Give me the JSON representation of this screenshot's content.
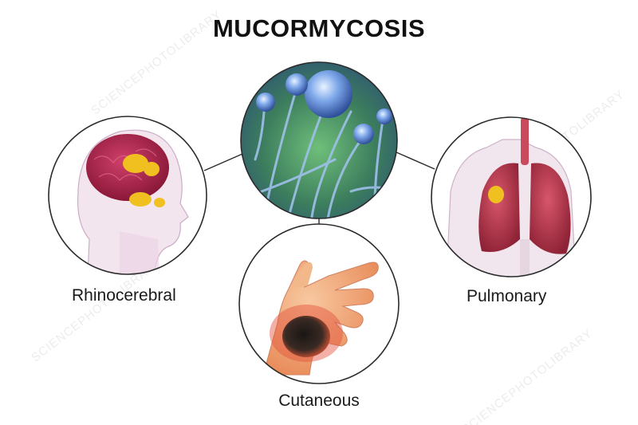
{
  "title": "MUCORMYCOSIS",
  "labels": {
    "rhinocerebral": "Rhinocerebral",
    "pulmonary": "Pulmonary",
    "cutaneous": "Cutaneous"
  },
  "watermark": "SCIENCEPHOTOLIBRARY",
  "colors": {
    "connector": "#2b2b2b",
    "lesion_yellow": "#f0c020",
    "brain_red": "#b0204a",
    "lung_red": "#b8304a",
    "fungus_blue": "#5a8ad8",
    "fungus_bg": "#3f8a5a",
    "skin": "#f0a070",
    "necrosis": "#2a2420"
  }
}
